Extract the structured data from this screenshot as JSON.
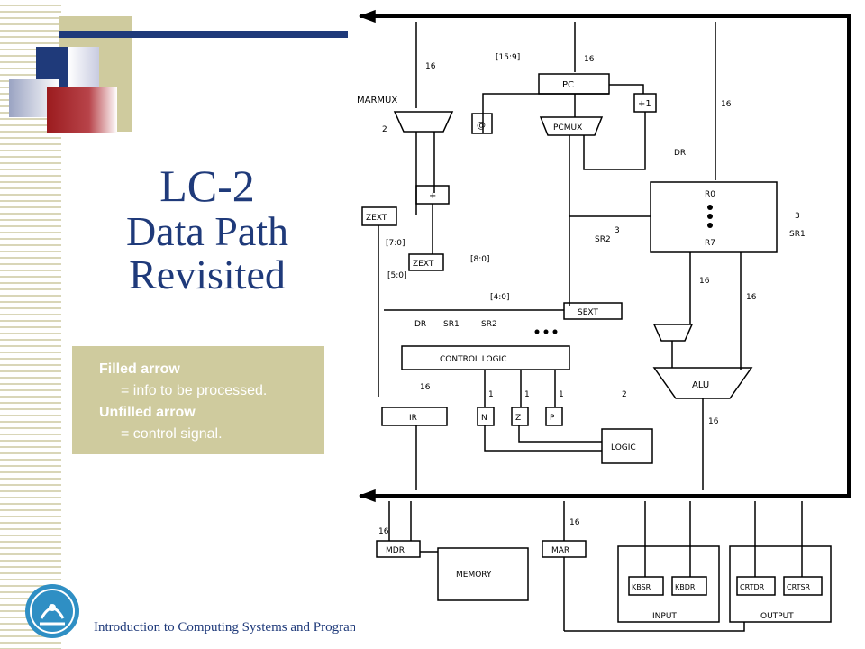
{
  "slide": {
    "title_line1": "LC-2",
    "title_line2": "Data Path",
    "title_line3": "Revisited",
    "footer": "Introduction to Computing Systems and Programming",
    "accent_blue": "#1f3a7a",
    "accent_red": "#9b1b1e",
    "note_bg": "#cfcb9e"
  },
  "legend": {
    "filled_heading": "Filled arrow",
    "filled_desc": "= info to be processed.",
    "unfilled_heading": "Unfilled arrow",
    "unfilled_desc": "= control signal."
  },
  "logo": {
    "icon": "university-seal-icon"
  },
  "diagram": {
    "marmux": "MARMUX",
    "pc": "PC",
    "plus1": "+1",
    "pcmux": "PCMUX",
    "at": "@",
    "adder": "+",
    "zext1": "ZEXT",
    "zext2": "ZEXT",
    "sext": "SEXT",
    "regfile_r0": "R0",
    "regfile_r7": "R7",
    "dr": "DR",
    "sr1": "SR1",
    "sr2": "SR2",
    "control_logic": "CONTROL LOGIC",
    "ctl_dr": "DR",
    "ctl_sr1": "SR1",
    "ctl_sr2": "SR2",
    "ir": "IR",
    "n": "N",
    "z": "Z",
    "p": "P",
    "logic": "LOGIC",
    "alu": "ALU",
    "mdr": "MDR",
    "memory": "MEMORY",
    "mar": "MAR",
    "kbsr": "KBSR",
    "kbdr": "KBDR",
    "crtdr": "CRTDR",
    "crtsr": "CRTSR",
    "input": "INPUT",
    "output": "OUTPUT",
    "f_15_9": "[15:9]",
    "f_7_0": "[7:0]",
    "f_5_0": "[5:0]",
    "f_8_0": "[8:0]",
    "f_4_0": "[4:0]",
    "w16": "16",
    "w2": "2",
    "w3": "3",
    "w1": "1"
  }
}
